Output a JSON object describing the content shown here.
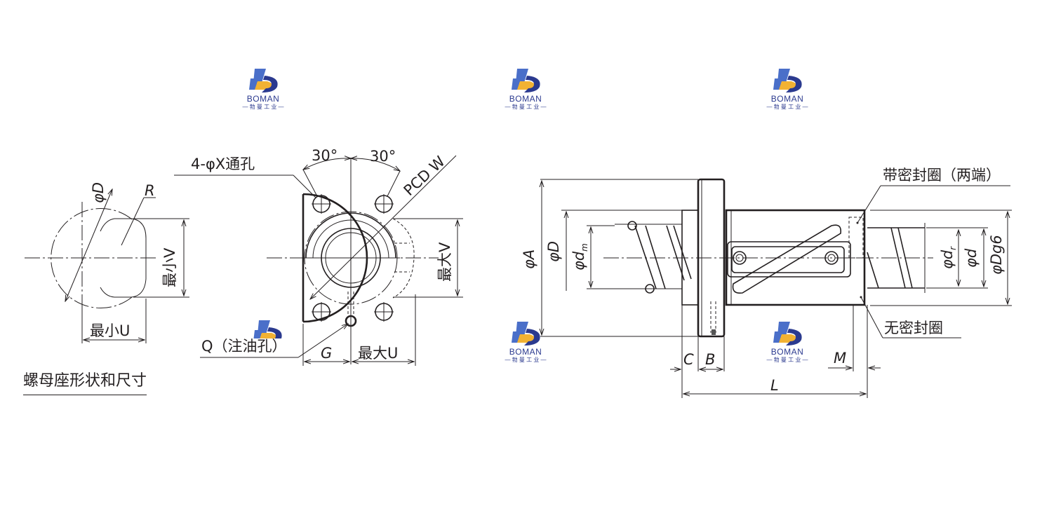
{
  "brand": {
    "name": "BOMAN",
    "subtitle": "— 勃 曼 工 业 —",
    "colors": {
      "primary": "#2b3a8f",
      "accent": "#f2b233",
      "mid": "#4a6fc9"
    }
  },
  "left_view": {
    "label_D": "φD",
    "label_R": "R",
    "label_minV": "最小V",
    "label_minU": "最小U",
    "section_title": "螺母座形状和尺寸"
  },
  "flange_view": {
    "label_holes": "4-φX通孔",
    "angle_left": "30°",
    "angle_right": "30°",
    "label_pcd": "PCD  W",
    "label_maxV": "最大V",
    "label_oil": "Q（注油孔）",
    "label_G": "G",
    "label_maxU": "最大U"
  },
  "side_view": {
    "label_A": "φA",
    "label_D": "φD",
    "label_dm": "φd",
    "label_dm_sub": "m",
    "label_C": "C",
    "label_B": "B",
    "label_L": "L",
    "label_M": "M",
    "label_seal_both": "带密封圈（两端）",
    "label_no_seal": "无密封圈",
    "label_dr": "φd",
    "label_dr_sub": "r",
    "label_d": "φd",
    "label_Dg6": "φDg6"
  }
}
